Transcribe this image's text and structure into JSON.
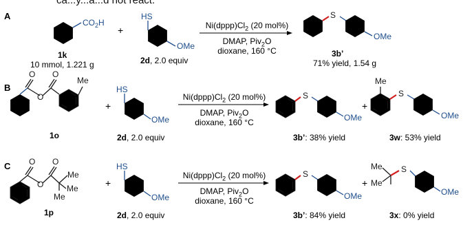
{
  "header_fragment": "ca...y...a...d not react.",
  "panels": {
    "A": {
      "letter": "A",
      "reactant1": {
        "group": "CO2H",
        "code": "1k",
        "amount": "10 mmol, 1.221 g"
      },
      "reactant2": {
        "group_top": "HS",
        "group_bottom": "OMe",
        "code": "2d",
        "amount": ", 2.0 equiv"
      },
      "plus": "+",
      "conditions": {
        "catalyst": "Ni(dppp)Cl2 (20 mol%)",
        "additives": "DMAP, Piv2O",
        "solvent": "dioxane, 160 °C"
      },
      "product": {
        "atom": "S",
        "group": "OMe",
        "code": "3b’",
        "yield": "71% yield, 1.54 g"
      }
    },
    "B": {
      "letter": "B",
      "reactant1": {
        "group": "Me",
        "code": "1o"
      },
      "reactant2": {
        "group_top": "HS",
        "group_bottom": "OMe",
        "code": "2d",
        "amount": ", 2.0 equiv"
      },
      "plus": "+",
      "conditions": {
        "catalyst": "Ni(dppp)Cl2 (20 mol%)",
        "additives": "DMAP, Piv2O",
        "solvent": "dioxane, 160 °C"
      },
      "product1": {
        "atom": "S",
        "group": "OMe",
        "code": "3b’",
        "yield": ": 38% yield"
      },
      "product2": {
        "atom": "S",
        "methyl": "Me",
        "group": "OMe",
        "code": "3w",
        "yield": ": 53% yield"
      }
    },
    "C": {
      "letter": "C",
      "reactant1": {
        "group1": "Me",
        "group2": "Me",
        "group3": "Me",
        "code": "1p"
      },
      "reactant2": {
        "group_top": "HS",
        "group_bottom": "OMe",
        "code": "2d",
        "amount": ", 2.0 equiv"
      },
      "plus": "+",
      "conditions": {
        "catalyst": "Ni(dppp)Cl2 (20 mol%)",
        "additives": "DMAP, Piv2O",
        "solvent": "dioxane, 160 °C"
      },
      "product1": {
        "atom": "S",
        "group": "OMe",
        "code": "3b’",
        "yield": ": 84% yield"
      },
      "product2": {
        "atom": "S",
        "methyl1": "Me",
        "methyl2": "Me",
        "group": "OMe",
        "code": "3x",
        "yield": ": 0% yield"
      }
    }
  },
  "colors": {
    "structure_blue": "#1f4e8c",
    "bond_red": "#d21f1f",
    "text": "#000000"
  }
}
